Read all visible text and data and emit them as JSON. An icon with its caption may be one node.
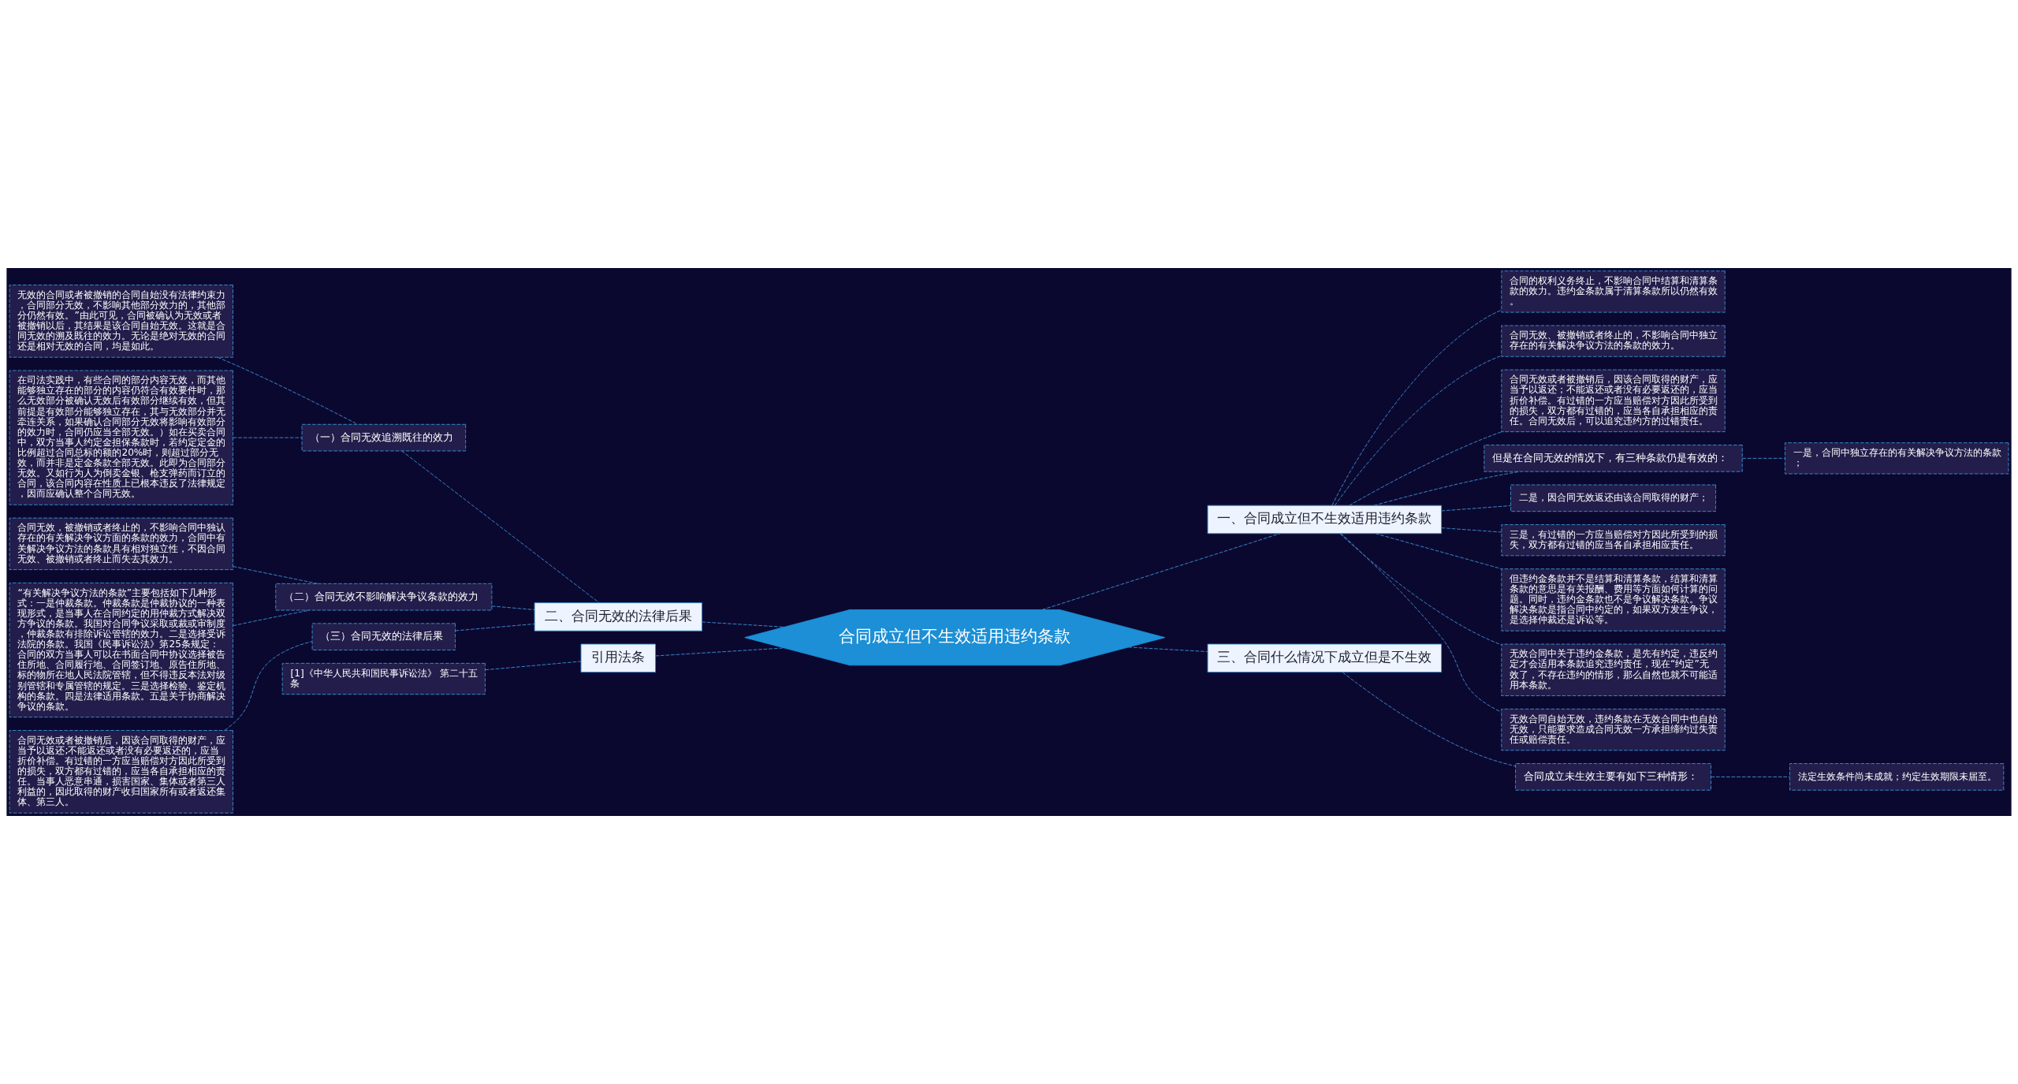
{
  "diagram": {
    "nodes": [
      {
        "text": [
          "合同成立但不生效适用违约条款"
        ]
      },
      {
        "text": [
          "一、合同成立但不生效适用违约条款"
        ]
      },
      {
        "text": [
          "合同的权利义务终止，不影响合同中结算和清算条款的效力。违约金条款属于清算条款所以仍然有效。"
        ]
      },
      {
        "text": [
          "合同无效、被撤销或者终止的，不影响合同中独立存在的有关解决争议方法的条款的效力。"
        ]
      },
      {
        "text": [
          "合同无效或者被撤销后，因该合同取得的财产，应当予以返还；不能返还或者没有必要返还的，应当折价补偿。有过错的一方应当赔偿对方因此所受到的损失，双方都有过错的，应当各自承担相应的责任。合同无效后，可以追究违约方的过错责任。"
        ]
      },
      {
        "text": [
          "但是在合同无效的情况下，有三种条款仍是有效的："
        ]
      },
      {
        "text": [
          "一是，合同中独立存在的有关解决争议方法的条款；"
        ]
      },
      {
        "text": [
          "二是，因合同无效返还由该合同取得的财产；"
        ]
      },
      {
        "text": [
          "三是，有过错的一方应当赔偿对方因此所受到的损失，双方都有过错的应当各自承担相应责任。"
        ]
      },
      {
        "text": [
          "但违约金条款并不是结算和清算条款，结算和清算条款的意思是有关报酬、费用等方面如何计算的问题。同时，违约金条款也不是争议解决条款。争议解决条款是指合同中约定的，如果双方发生争议，是选择仲裁还是诉讼等。"
        ]
      },
      {
        "text": [
          "无效合同中关于违约金条款，是先有约定，违反约定才会适用本条款追究违约责任，现在“约定”无效了，不存在违约的情形，那么自然也就不可能适用本条款。"
        ]
      },
      {
        "text": [
          "无效合同自始无效，违约条款在无效合同中也自始无效，只能要求造成合同无效一方承担缔约过失责任或赔偿责任。"
        ]
      },
      {
        "text": [
          "二、合同无效的法律后果"
        ]
      },
      {
        "text": [
          "（一）合同无效追溯既往的效力"
        ]
      },
      {
        "text": [
          "无效的合同或者被撤销的合同自始没有法律约束力，合同部分无效，不影响其他部分效力的，其他部分仍然有效。”由此可见，合同被确认为无效或者被撤销以后，其结果是该合同自始无效。这就是合同无效的溯及既往的效力。无论是绝对无效的合同还是相对无效的合同，均是如此。"
        ]
      },
      {
        "text": [
          "在司法实践中，有些合同的部分内容无效，而其他能够独立存在的部分的内容仍符合有效要件时，那么无效部分被确认无效后有效部分继续有效，但其前提是有效部分能够独立存在，其与无效部分并无牵连关系，如果确认合同部分无效将影响有效部分的效力时，合同仍应当全部无效。）如在买卖合同中，双方当事人约定金担保条款时，若约定定金的比例超过合同总标的额的20%时，则超过部分无效，而并非是定金条款全部无效。此即为合同部分无效。又如行为人为倒卖金银、枪支弹药而订立的合同，该合同内容在性质上已根本违反了法律规定，因而应确认整个合同无效。"
        ]
      },
      {
        "text": [
          "（二）合同无效不影响解决争议条款的效力"
        ]
      },
      {
        "text": [
          "合同无效，被撤销或者终止的，不影响合同中独认存在的有关解决争议方面的条款的效力，合同中有关解决争议方法的条款具有相对独立性，不因合同无效、被撤销或者终止而失去其效力。"
        ]
      },
      {
        "text": [
          "“有关解决争议方法的条款”主要包括如下几种形式：一是仲裁条款。仲裁条款是仲裁协议的一种表现形式，是当事人在合同约定的用仲裁方式解决双方争议的条款。我国对合同争议采取或裁或审制度，仲裁条款有排除诉讼管辖的效力。二是选择受诉法院的条款。我国《民事诉讼法》第25条规定：合同的双方当事人可以在书面合同中协议选择被告住所地、合同履行地、合同签订地、原告住所地、标的物所在地人民法院管辖，但不得违反本法对级别管辖和专属管辖的规定。三是选择检验、鉴定机构的条款。四是法律适用条款。五是关于协商解决争议的条款。"
        ]
      },
      {
        "text": [
          "（三）合同无效的法律后果"
        ]
      },
      {
        "text": [
          "合同无效或者被撤销后，因该合同取得的财产，应当予以返还;不能返还或者没有必要返还的，应当折价补偿。有过错的一方应当赔偿对方因此所受到的损失，双方都有过错的，应当各自承担相应的责任。当事人恶意串通，损害国家、集体或者第三人利益的，因此取得的财产收归国家所有或者返还集体、第三人。"
        ]
      },
      {
        "text": [
          "三、合同什么情况下成立但是不生效"
        ]
      },
      {
        "text": [
          "合同成立未生效主要有如下三种情形："
        ]
      },
      {
        "text": [
          "法定生效条件尚未成就；约定生效期限未届至。"
        ]
      },
      {
        "text": [
          "引用法条"
        ]
      },
      {
        "text": [
          "[1]《中华人民共和国民事诉讼法》 第二十五条"
        ]
      }
    ],
    "edges": [
      {
        "from": 0,
        "to": 1,
        "arrow": "none",
        "style": "dashed"
      },
      {
        "from": 1,
        "to": 2,
        "arrow": "none",
        "style": "dashed"
      },
      {
        "from": 1,
        "to": 3,
        "arrow": "none",
        "style": "dashed"
      },
      {
        "from": 1,
        "to": 4,
        "arrow": "none",
        "style": "dashed"
      },
      {
        "from": 1,
        "to": 5,
        "arrow": "none",
        "style": "dashed"
      },
      {
        "from": 5,
        "to": 6,
        "arrow": "none",
        "style": "dashed"
      },
      {
        "from": 1,
        "to": 7,
        "arrow": "none",
        "style": "dashed"
      },
      {
        "from": 1,
        "to": 8,
        "arrow": "none",
        "style": "dashed"
      },
      {
        "from": 1,
        "to": 9,
        "arrow": "none",
        "style": "dashed"
      },
      {
        "from": 1,
        "to": 10,
        "arrow": "none",
        "style": "dashed"
      },
      {
        "from": 1,
        "to": 11,
        "arrow": "none",
        "style": "dashed"
      },
      {
        "from": 0,
        "to": 12,
        "arrow": "none",
        "style": "dashed"
      },
      {
        "from": 12,
        "to": 13,
        "arrow": "none",
        "style": "dashed"
      },
      {
        "from": 13,
        "to": 14,
        "arrow": "none",
        "style": "dashed"
      },
      {
        "from": 13,
        "to": 15,
        "arrow": "none",
        "style": "dashed"
      },
      {
        "from": 12,
        "to": 16,
        "arrow": "none",
        "style": "dashed"
      },
      {
        "from": 16,
        "to": 17,
        "arrow": "none",
        "style": "dashed"
      },
      {
        "from": 16,
        "to": 18,
        "arrow": "none",
        "style": "dashed"
      },
      {
        "from": 12,
        "to": 19,
        "arrow": "none",
        "style": "dashed"
      },
      {
        "from": 19,
        "to": 20,
        "arrow": "none",
        "style": "dashed"
      },
      {
        "from": 0,
        "to": 21,
        "arrow": "none",
        "style": "dashed"
      },
      {
        "from": 21,
        "to": 22,
        "arrow": "none",
        "style": "dashed"
      },
      {
        "from": 22,
        "to": 23,
        "arrow": "none",
        "style": "dashed"
      },
      {
        "from": 0,
        "to": 24,
        "arrow": "none",
        "style": "dashed"
      },
      {
        "from": 24,
        "to": 25,
        "arrow": "none",
        "style": "dashed"
      }
    ]
  }
}
